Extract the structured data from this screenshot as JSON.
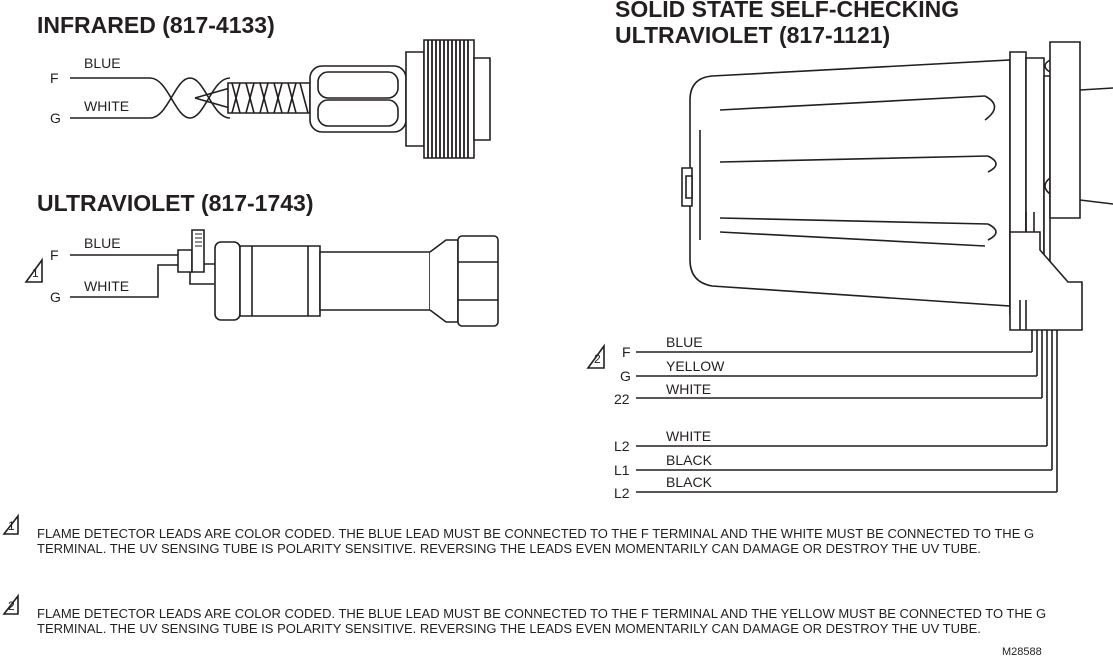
{
  "infrared": {
    "title": "INFRARED (817-4133)",
    "terminal_f": "F",
    "terminal_g": "G",
    "lead_blue": "BLUE",
    "lead_white": "WHITE"
  },
  "uv_1743": {
    "title": "ULTRAVIOLET (817-1743)",
    "terminal_f": "F",
    "terminal_g": "G",
    "lead_blue": "BLUE",
    "lead_white": "WHITE",
    "note_marker": "1"
  },
  "uv_1121": {
    "title_line1": "SOLID STATE SELF-CHECKING",
    "title_line2": "ULTRAVIOLET (817-1121)",
    "note_marker": "2",
    "leads": [
      {
        "terminal": "F",
        "color": "BLUE"
      },
      {
        "terminal": "G",
        "color": "YELLOW"
      },
      {
        "terminal": "22",
        "color": "WHITE"
      },
      {
        "terminal": "L2",
        "color": "WHITE"
      },
      {
        "terminal": "L1",
        "color": "BLACK"
      },
      {
        "terminal": "L2",
        "color": "BLACK"
      }
    ]
  },
  "notes": [
    {
      "marker": "1",
      "text": "FLAME DETECTOR LEADS ARE COLOR CODED.  THE BLUE LEAD MUST BE CONNECTED TO THE F TERMINAL AND THE WHITE MUST BE CONNECTED TO THE G TERMINAL.  THE UV SENSING TUBE IS POLARITY SENSITIVE.  REVERSING THE LEADS EVEN MOMENTARILY CAN DAMAGE OR DESTROY THE UV TUBE."
    },
    {
      "marker": "2",
      "text": "FLAME DETECTOR LEADS ARE COLOR CODED.  THE BLUE LEAD MUST BE CONNECTED TO THE F TERMINAL AND THE YELLOW MUST BE CONNECTED TO THE G TERMINAL.  THE UV SENSING TUBE IS POLARITY SENSITIVE.  REVERSING THE LEADS EVEN MOMENTARILY CAN DAMAGE OR DESTROY THE UV TUBE."
    }
  ],
  "figure_code": "M28588"
}
